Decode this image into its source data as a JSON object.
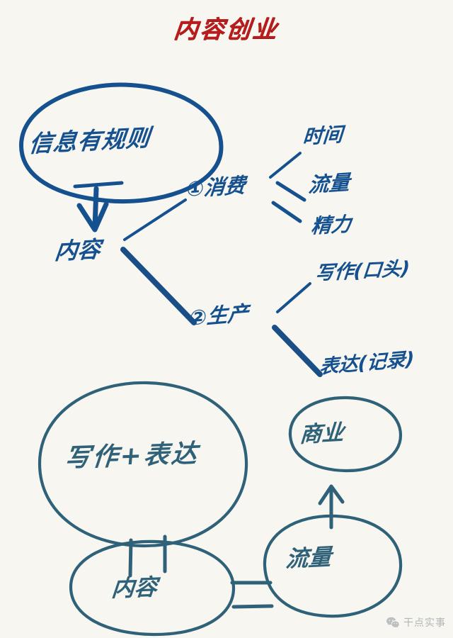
{
  "page": {
    "title": "内容创业",
    "background_color": "#f7f6f0",
    "ink_blue": "#15508f",
    "ink_teal": "#2f6178",
    "ink_red": "#b81c1c"
  },
  "diagram": {
    "type": "hand-drawn mind map",
    "nodes": [
      {
        "id": "info-rule",
        "label": "信息有规则",
        "shape": "ellipse",
        "group": "upper",
        "color": "#15508f"
      },
      {
        "id": "content-top",
        "label": "内容",
        "shape": "text",
        "group": "upper",
        "color": "#15508f"
      },
      {
        "id": "consume",
        "label": "①消费",
        "shape": "text",
        "group": "upper",
        "color": "#15508f"
      },
      {
        "id": "produce",
        "label": "②生产",
        "shape": "text",
        "group": "upper",
        "color": "#15508f"
      },
      {
        "id": "time",
        "label": "时间",
        "shape": "text",
        "group": "upper",
        "color": "#15508f"
      },
      {
        "id": "traffic-top",
        "label": "流量",
        "shape": "text",
        "group": "upper",
        "color": "#15508f"
      },
      {
        "id": "energy",
        "label": "精力",
        "shape": "text",
        "group": "upper",
        "color": "#15508f"
      },
      {
        "id": "writing-oral",
        "label": "写作(口头)",
        "shape": "text",
        "group": "upper",
        "color": "#15508f"
      },
      {
        "id": "express-record",
        "label": "表达(记录)",
        "shape": "text",
        "group": "upper",
        "color": "#15508f"
      },
      {
        "id": "write-express",
        "label": "写作+表达",
        "shape": "ellipse",
        "group": "lower",
        "color": "#2f6178"
      },
      {
        "id": "business",
        "label": "商业",
        "shape": "ellipse",
        "group": "lower",
        "color": "#2f6178"
      },
      {
        "id": "traffic-bottom",
        "label": "流量",
        "shape": "ellipse",
        "group": "lower",
        "color": "#2f6178"
      },
      {
        "id": "content-bottom",
        "label": "内容",
        "shape": "ellipse",
        "group": "lower",
        "color": "#2f6178"
      }
    ],
    "edges": [
      {
        "from": "info-rule",
        "to": "content-top",
        "style": "arrow-down"
      },
      {
        "from": "content-top",
        "to": "consume",
        "style": "thin-line"
      },
      {
        "from": "content-top",
        "to": "produce",
        "style": "thick-line"
      },
      {
        "from": "consume",
        "to": "time",
        "style": "thin-line"
      },
      {
        "from": "consume",
        "to": "traffic-top",
        "style": "thin-line"
      },
      {
        "from": "consume",
        "to": "energy",
        "style": "thin-line"
      },
      {
        "from": "produce",
        "to": "writing-oral",
        "style": "thin-line"
      },
      {
        "from": "produce",
        "to": "express-record",
        "style": "thick-line"
      },
      {
        "from": "content-bottom",
        "to": "write-express",
        "style": "double-line"
      },
      {
        "from": "content-bottom",
        "to": "traffic-bottom",
        "style": "double-line"
      },
      {
        "from": "traffic-bottom",
        "to": "business",
        "style": "arrow-up"
      }
    ]
  },
  "watermark": {
    "label": "干点实事",
    "icon": "wechat-icon"
  }
}
